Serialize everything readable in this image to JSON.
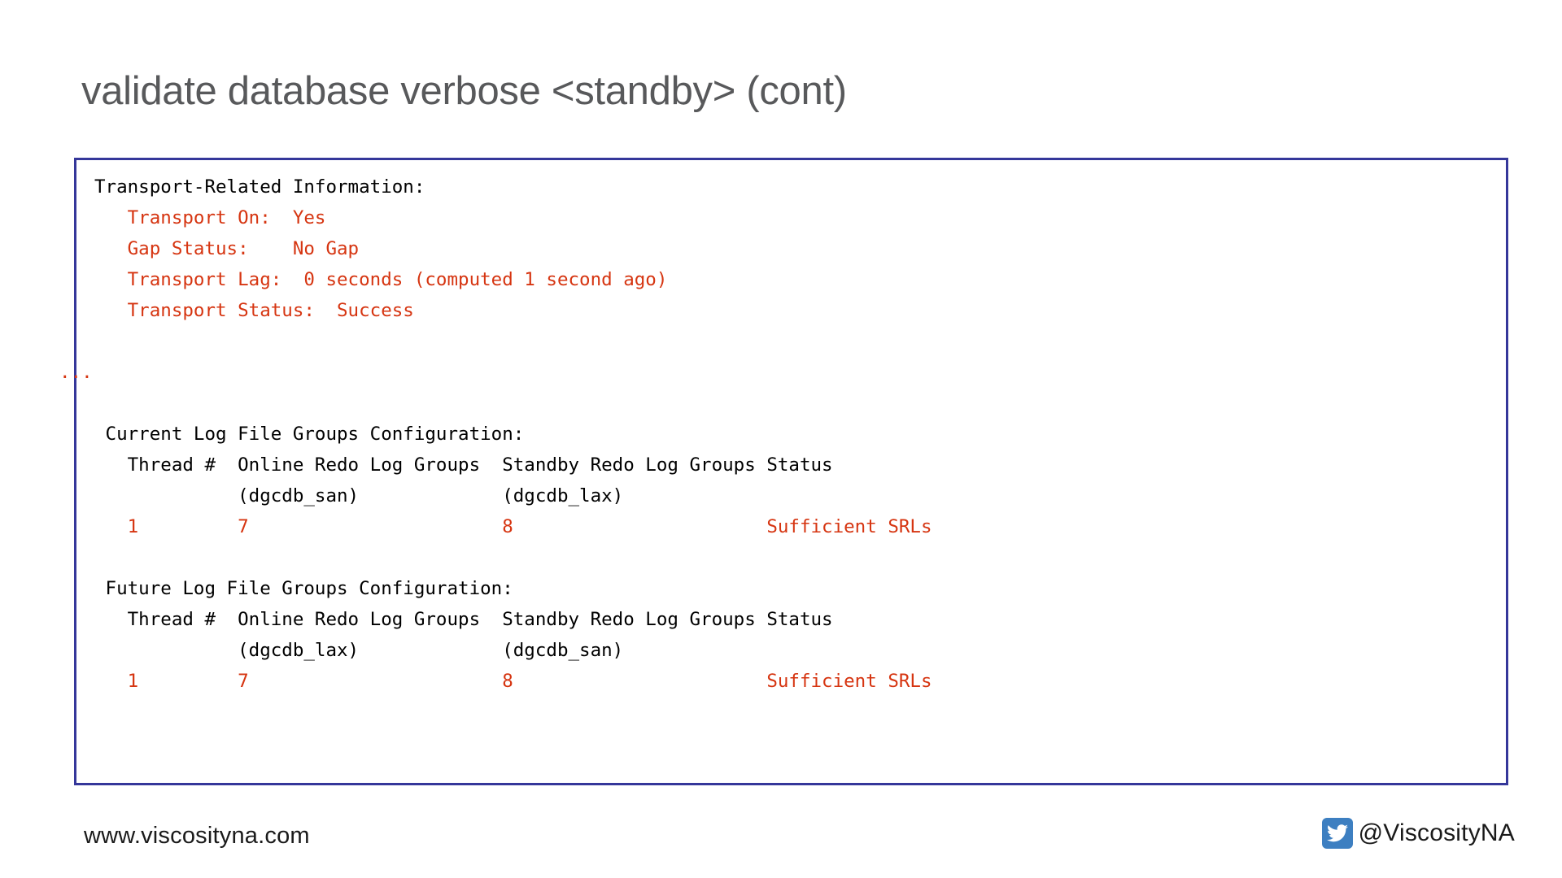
{
  "slide": {
    "title": "validate database verbose <standby> (cont)",
    "title_color": "#58595b"
  },
  "code_box": {
    "border_color": "#35379a",
    "background_color": "#ffffff",
    "text_color": "#000000",
    "highlight_color": "#d63511",
    "ellipsis": "...",
    "lines": [
      {
        "text": "Transport-Related Information:",
        "color": "black"
      },
      {
        "text": "   Transport On:  Yes",
        "color": "red"
      },
      {
        "text": "   Gap Status:    No Gap",
        "color": "red"
      },
      {
        "text": "   Transport Lag:  0 seconds (computed 1 second ago)",
        "color": "red"
      },
      {
        "text": "   Transport Status:  Success",
        "color": "red"
      },
      {
        "text": "",
        "color": "black"
      },
      {
        "text": "",
        "color": "black"
      },
      {
        "text": "",
        "color": "black"
      },
      {
        "text": " Current Log File Groups Configuration:",
        "color": "black"
      },
      {
        "text": "   Thread #  Online Redo Log Groups  Standby Redo Log Groups Status",
        "color": "black"
      },
      {
        "text": "             (dgcdb_san)             (dgcdb_lax)",
        "color": "black"
      },
      {
        "text": "   1         7                       8                       Sufficient SRLs",
        "color": "red"
      },
      {
        "text": "",
        "color": "black"
      },
      {
        "text": " Future Log File Groups Configuration:",
        "color": "black"
      },
      {
        "text": "   Thread #  Online Redo Log Groups  Standby Redo Log Groups Status",
        "color": "black"
      },
      {
        "text": "             (dgcdb_lax)             (dgcdb_san)",
        "color": "black"
      },
      {
        "text": "   1         7                       8                       Sufficient SRLs",
        "color": "red"
      }
    ]
  },
  "footer": {
    "website": "www.viscosityna.com",
    "social_handle": "@ViscosityNA",
    "social_icon": "twitter-icon",
    "social_badge_color": "#3d7fc1"
  }
}
